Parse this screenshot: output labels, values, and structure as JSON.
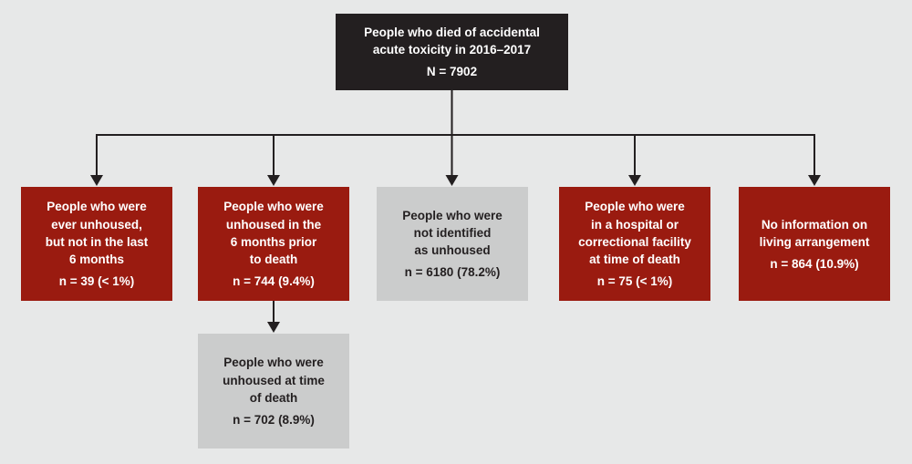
{
  "background_color": "#e7e8e8",
  "colors": {
    "root_box": "#231f20",
    "red_box": "#9a1b10",
    "gray_box": "#cbcccc",
    "light_text": "#ffffff",
    "dark_text": "#231f20",
    "connector_line": "#231f20"
  },
  "flowchart": {
    "root": {
      "label": "People who died of accidental\nacute toxicity in 2016–2017",
      "value": "N = 7902"
    },
    "level1": [
      {
        "label": "People who were\never unhoused,\nbut not in the last\n6 months",
        "value": "n = 39 (< 1%)",
        "variant": "red"
      },
      {
        "label": "People who were\nunhoused in the\n6 months prior\nto death",
        "value": "n = 744 (9.4%)",
        "variant": "red"
      },
      {
        "label": "People who were\nnot identified\nas unhoused",
        "value": "n = 6180 (78.2%)",
        "variant": "gray"
      },
      {
        "label": "People who were\nin a hospital or\ncorrectional facility\nat time of death",
        "value": "n = 75 (< 1%)",
        "variant": "red"
      },
      {
        "label": "No information on\nliving arrangement",
        "value": "n = 864 (10.9%)",
        "variant": "red"
      }
    ],
    "level2": [
      {
        "label": "People who were\nunhoused at time\nof death",
        "value": "n = 702 (8.9%)",
        "variant": "gray",
        "parent": "People who were unhoused in the 6 months prior to death"
      }
    ]
  }
}
